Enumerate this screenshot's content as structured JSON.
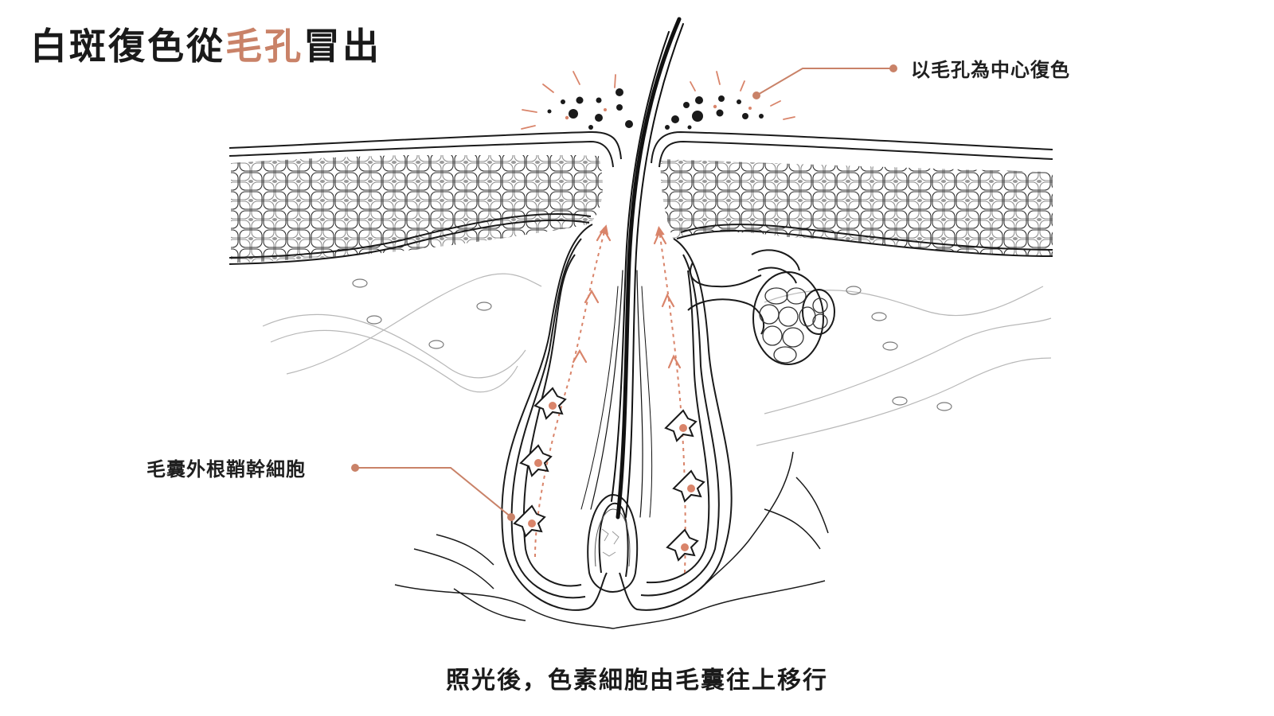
{
  "title": {
    "prefix": "白斑復色從",
    "accent": "毛孔",
    "suffix": "冒出"
  },
  "callouts": {
    "top_right": "以毛孔為中心復色",
    "left": "毛囊外根鞘幹細胞"
  },
  "caption": "照光後，色素細胞由毛囊往上移行",
  "colors": {
    "accent": "#c98268",
    "line": "#1a1a1a",
    "pigment": "#d9846a"
  }
}
